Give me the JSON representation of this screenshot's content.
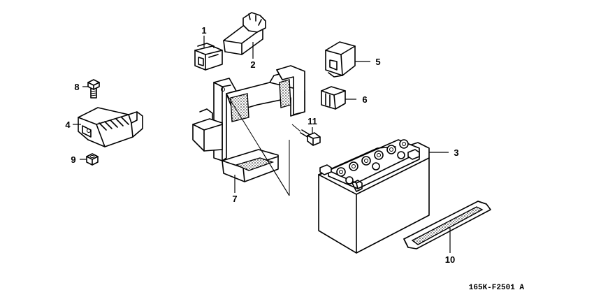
{
  "diagram": {
    "reference_code": "165K-F2501 A",
    "callouts": {
      "c1": "1",
      "c2": "2",
      "c3": "3",
      "c4": "4",
      "c5": "5",
      "c6": "6",
      "c7": "7",
      "c8": "8",
      "c9": "9",
      "c10": "10",
      "c11": "11"
    }
  }
}
